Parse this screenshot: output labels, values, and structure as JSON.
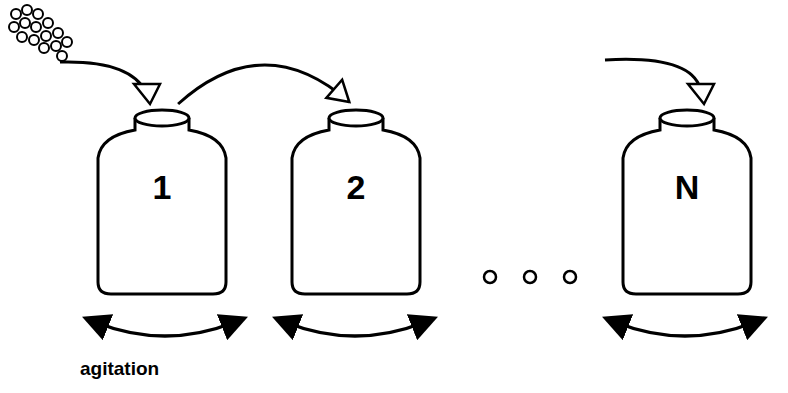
{
  "diagram": {
    "nodes": [
      {
        "text": [
          "1"
        ]
      },
      {
        "text": [
          "2"
        ]
      },
      {
        "text": [
          "N"
        ]
      }
    ],
    "edges": [
      {
        "from": 0,
        "to": 1,
        "arrow": "to"
      }
    ],
    "labels": [
      "agitation"
    ]
  }
}
